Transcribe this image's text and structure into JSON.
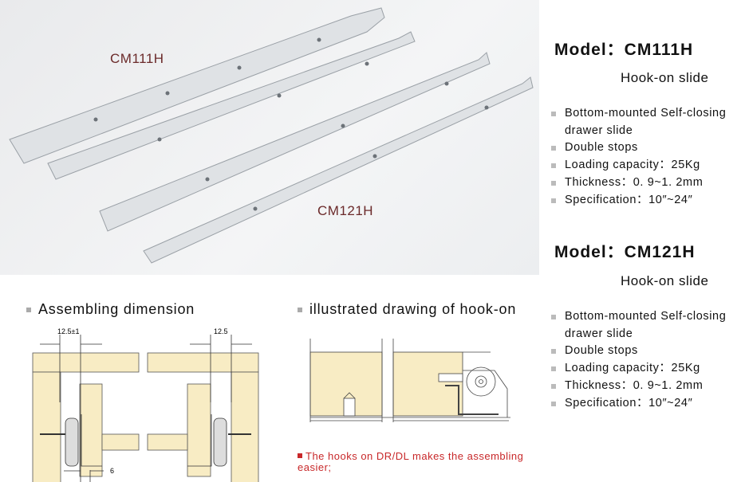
{
  "photo": {
    "label_top": "CM111H",
    "label_bottom": "CM121H"
  },
  "models": [
    {
      "title": "Model：CM111H",
      "type": "Hook-on slide",
      "features": [
        "Bottom-mounted Self-closing drawer slide",
        "Double stops",
        "Loading capacity：25Kg",
        "Thickness：0. 9~1. 2mm",
        "Specification：10″~24″"
      ]
    },
    {
      "title": "Model：CM121H",
      "type": "Hook-on slide",
      "features": [
        "Bottom-mounted Self-closing drawer slide",
        "Double stops",
        "Loading capacity：25Kg",
        "Thickness：0. 9~1. 2mm",
        "Specification：10″~24″"
      ]
    }
  ],
  "assembling": {
    "title": "Assembling dimension",
    "dim_left": "12.5±1",
    "dim_right": "12.5",
    "dim_bottom": "6"
  },
  "hookon": {
    "title": "illustrated drawing of hook-on",
    "note": "The hooks on DR/DL makes the assembling easier;"
  },
  "colors": {
    "wood": "#f8ecc4",
    "note": "#c8282a",
    "label": "#6b2a2a"
  }
}
